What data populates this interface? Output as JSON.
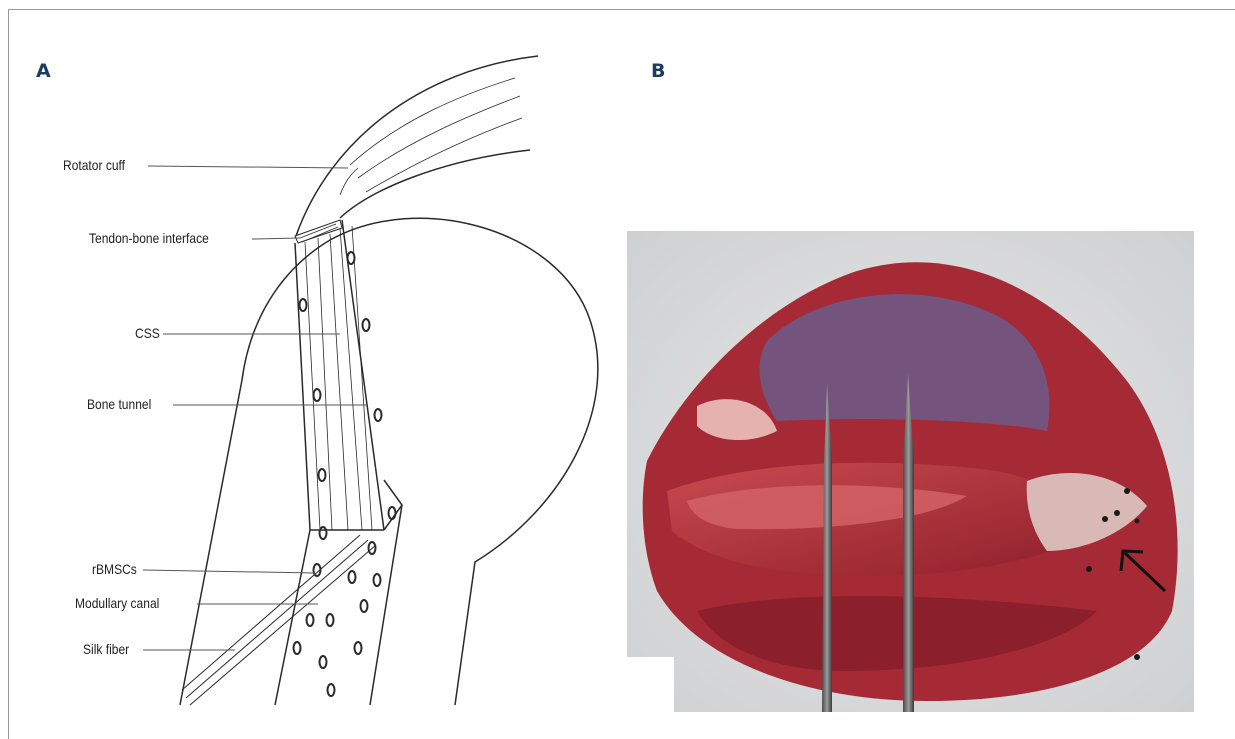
{
  "panels": {
    "a": {
      "letter": "A"
    },
    "b": {
      "letter": "B"
    }
  },
  "diagram": {
    "labels": {
      "rotator_cuff": "Rotator cuff",
      "tendon_bone_interface": "Tendon-bone interface",
      "css": "CSS",
      "bone_tunnel": "Bone tunnel",
      "rbmscs": "rBMSCs",
      "modullary_canal": "Modullary canal",
      "silk_fiber": "Silk fiber"
    }
  },
  "colors": {
    "panel_letter": "#1d3a5f",
    "line": "#2a2a2a",
    "tissue": "#b8323a"
  }
}
